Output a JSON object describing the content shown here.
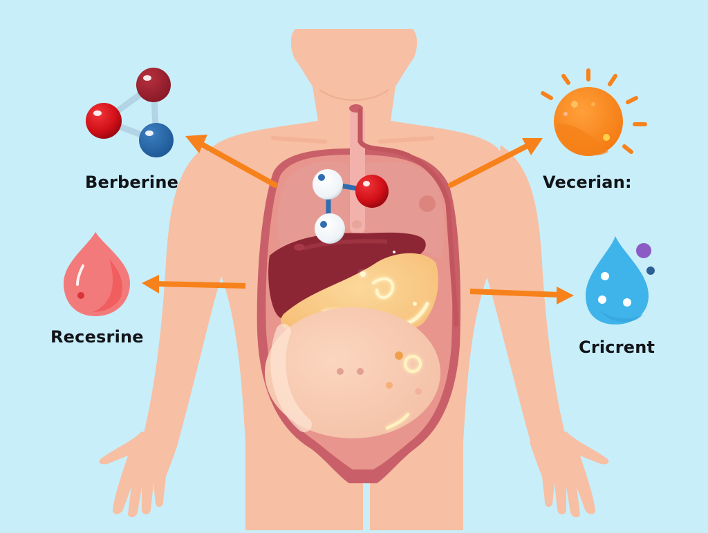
{
  "diagram": {
    "title": "",
    "background_color": "#c8eefa",
    "skin_color": "#f7bfa3",
    "arrow_color": "#f7821b",
    "callouts": [
      {
        "id": "top-left",
        "label": "Berberine",
        "icon": "molecule-icon",
        "arrow_direction": "up-left"
      },
      {
        "id": "top-right",
        "label": "Vecerian:",
        "icon": "sun-icon",
        "arrow_direction": "up-right"
      },
      {
        "id": "mid-left",
        "label": "Recesrine",
        "icon": "blood-drop-icon",
        "arrow_direction": "left"
      },
      {
        "id": "mid-right",
        "label": "Cricrent",
        "icon": "water-drop-icon",
        "arrow_direction": "right"
      }
    ],
    "center": {
      "figure": "human-torso",
      "organs": [
        "esophagus",
        "lungs",
        "liver",
        "stomach",
        "intestines"
      ],
      "overlay_icon": "molecule-icon"
    }
  }
}
